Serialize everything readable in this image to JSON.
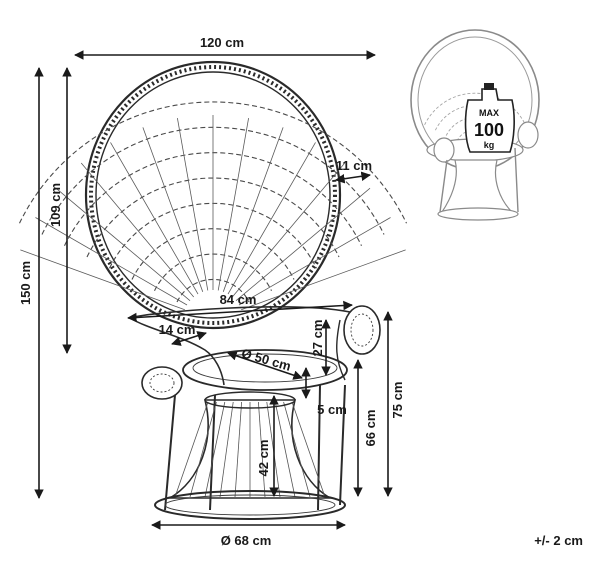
{
  "dimensions": {
    "width_top": "120 cm",
    "height_back": "109 cm",
    "height_total": "150 cm",
    "armrest_thickness": "11 cm",
    "seat_width": "84 cm",
    "arm_depth": "14 cm",
    "seat_diameter": "Ø 50 cm",
    "arm_height": "27 cm",
    "cushion": "5 cm",
    "seat_height": "42 cm",
    "seat_total": "66 cm",
    "arm_total": "75 cm",
    "base_diameter": "Ø 68 cm"
  },
  "tolerance": "+/- 2 cm",
  "max_load": {
    "line1": "MAX",
    "line2": "100",
    "line3": "kg"
  }
}
